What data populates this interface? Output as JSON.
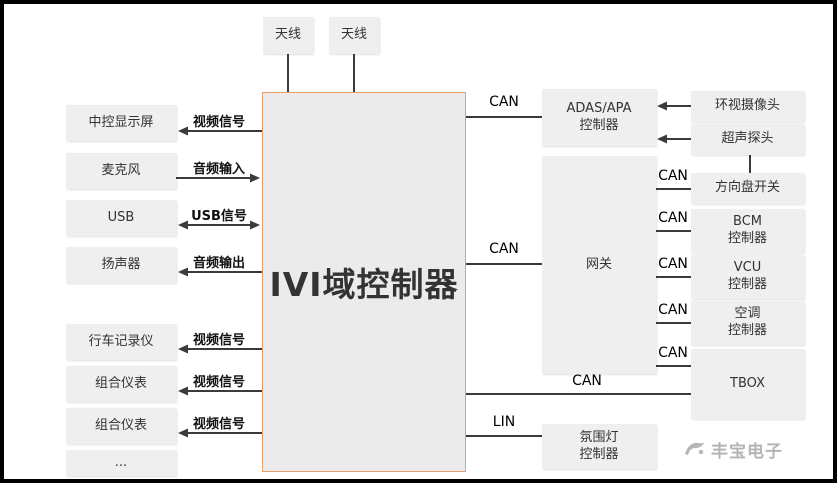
{
  "antennas": [
    "天线",
    "天线"
  ],
  "center": {
    "title": "IVI域控制器"
  },
  "left_boxes": [
    "中控显示屏",
    "麦克风",
    "USB",
    "扬声器",
    "行车记录仪",
    "组合仪表",
    "组合仪表",
    "..."
  ],
  "left_signals": [
    "视频信号",
    "音频输入",
    "USB信号",
    "音频输出",
    "视频信号",
    "视频信号",
    "视频信号"
  ],
  "right": {
    "adas": [
      "ADAS/APA",
      "控制器"
    ],
    "camera": "环视摄像头",
    "ultrasonic": "超声探头",
    "gateway": "网关",
    "steering": "方向盘开关",
    "bcm": [
      "BCM",
      "控制器"
    ],
    "vcu": [
      "VCU",
      "控制器"
    ],
    "ac": [
      "空调",
      "控制器"
    ],
    "tbox": "TBOX",
    "ambient": [
      "氛围灯",
      "控制器"
    ]
  },
  "bus_labels": {
    "ivi_adas": "CAN",
    "ivi_gateway": "CAN",
    "gw_steering": "CAN",
    "gw_bcm": "CAN",
    "gw_vcu": "CAN",
    "gw_ac": "CAN",
    "gw_tbox": "CAN",
    "ivi_tbox": "CAN",
    "ivi_ambient": "LIN"
  },
  "brand": "丰宝电子",
  "colors": {
    "node_bg": "#efefef",
    "center_bg": "#ebebeb",
    "center_border": "#e8a06a",
    "line": "#3b3b3b",
    "brand": "#b5b5b5"
  }
}
